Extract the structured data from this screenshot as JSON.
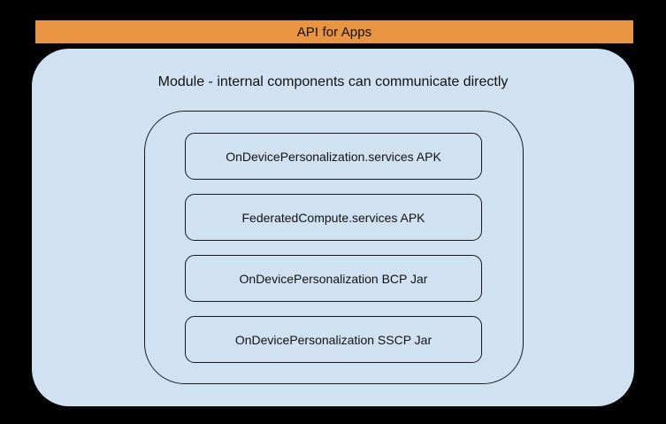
{
  "diagram": {
    "banner": {
      "label": "API for Apps",
      "background_color": "#e89440",
      "text_color": "#101010"
    },
    "panel": {
      "caption": "Module - internal components can communicate directly",
      "background_color": "#d0e1f2"
    },
    "inner_group": {
      "border_color": "#16181c"
    },
    "components": [
      {
        "label": "OnDevicePersonalization.services APK"
      },
      {
        "label": "FederatedCompute.services APK"
      },
      {
        "label": "OnDevicePersonalization BCP Jar"
      },
      {
        "label": "OnDevicePersonalization SSCP Jar"
      }
    ],
    "background_color": "#000000"
  }
}
